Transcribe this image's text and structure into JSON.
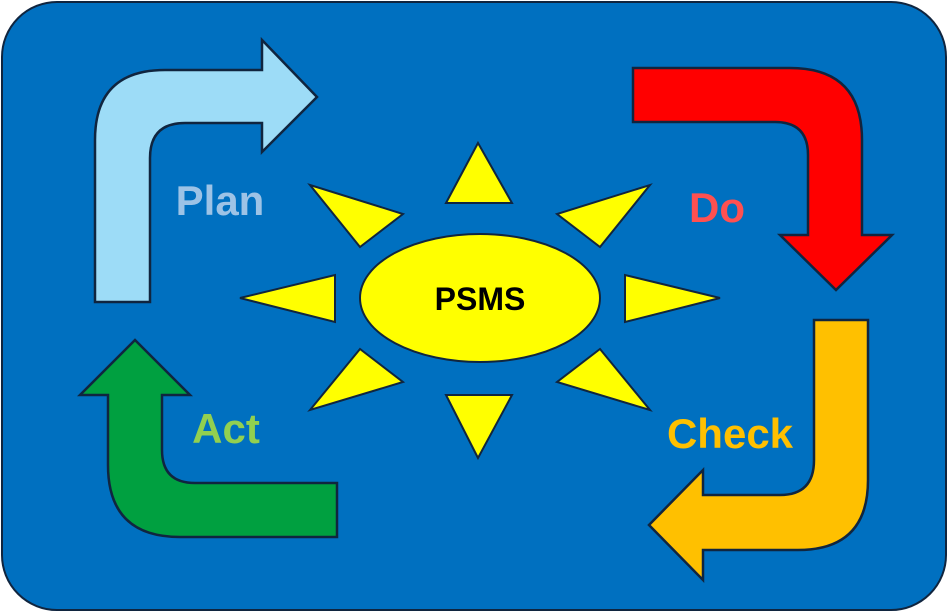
{
  "center": {
    "label": "PSMS",
    "color": "#ffff00"
  },
  "background_color": "#0070c0",
  "stages": {
    "plan": {
      "label": "Plan",
      "arrow_color": "#9ddcf7",
      "text_color": "#9dc3e6"
    },
    "do": {
      "label": "Do",
      "arrow_color": "#ff0000",
      "text_color": "#ff5050"
    },
    "check": {
      "label": "Check",
      "arrow_color": "#ffc000",
      "text_color": "#ffc000"
    },
    "act": {
      "label": "Act",
      "arrow_color": "#00a040",
      "text_color": "#92d050"
    }
  }
}
